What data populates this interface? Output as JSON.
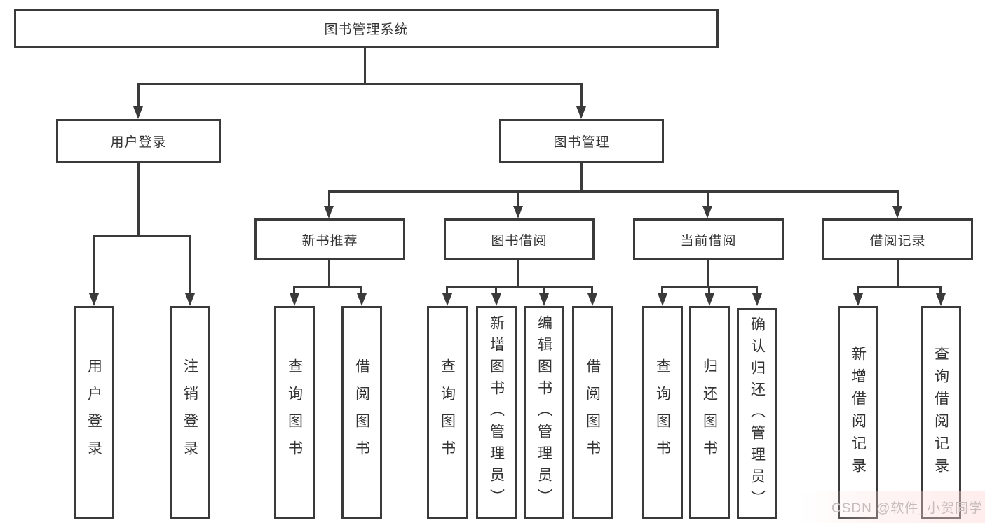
{
  "diagram_title": "图书管理系统",
  "tree": {
    "label": "图书管理系统",
    "children": [
      {
        "label": "用户登录",
        "children": [
          {
            "label": "用户登录"
          },
          {
            "label": "注销登录"
          }
        ]
      },
      {
        "label": "图书管理",
        "children": [
          {
            "label": "新书推荐",
            "children": [
              {
                "label": "查询图书"
              },
              {
                "label": "借阅图书"
              }
            ]
          },
          {
            "label": "图书借阅",
            "children": [
              {
                "label": "查询图书"
              },
              {
                "label": "新增图书（管理员）"
              },
              {
                "label": "编辑图书（管理员）"
              },
              {
                "label": "借阅图书"
              }
            ]
          },
          {
            "label": "当前借阅",
            "children": [
              {
                "label": "查询图书"
              },
              {
                "label": "归还图书"
              },
              {
                "label": "确认归还（管理员）"
              }
            ]
          },
          {
            "label": "借阅记录",
            "children": [
              {
                "label": "新增借阅记录"
              },
              {
                "label": "查询借阅记录"
              }
            ]
          }
        ]
      }
    ]
  },
  "watermark": {
    "text": "CSDN @软件_小贺同学"
  },
  "colors": {
    "line": "#3a3a3a",
    "text": "#333333",
    "box_background": "#ffffff",
    "watermark_text": "#c6bcbc",
    "background": "#ffffff"
  }
}
